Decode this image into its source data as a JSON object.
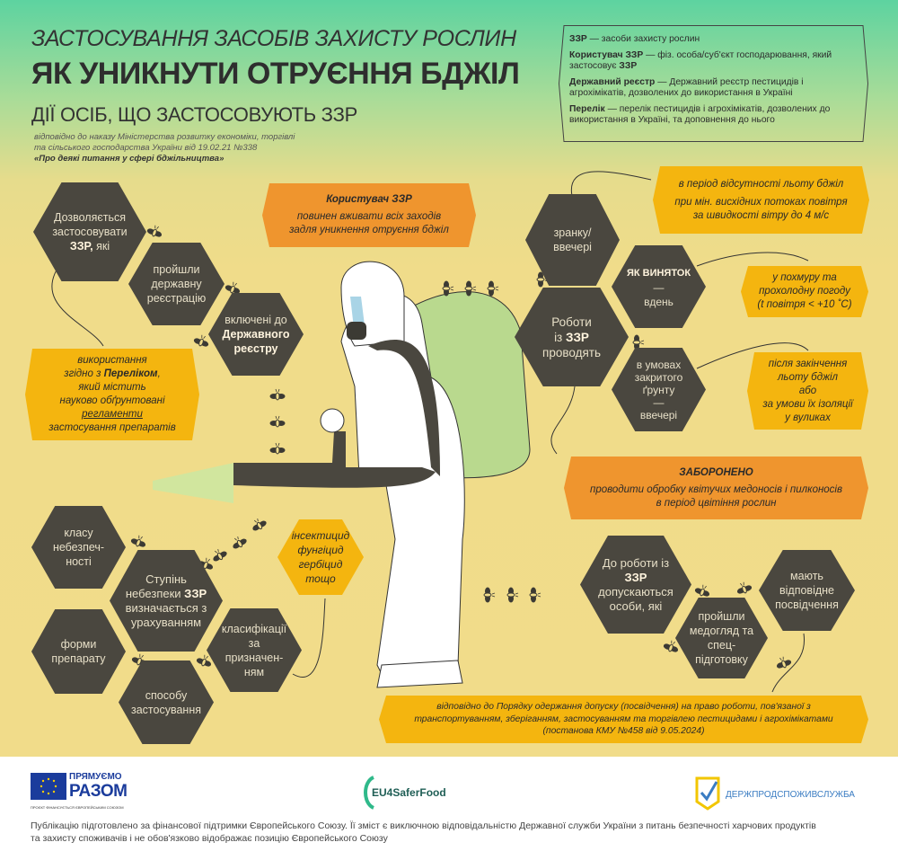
{
  "header": {
    "subtitle_top": "ЗАСТОСУВАННЯ ЗАСОБІВ ЗАХИСТУ РОСЛИН",
    "title": "ЯК УНИКНУТИ ОТРУЄННЯ БДЖІЛ",
    "subtitle": "ДІЇ ОСІБ, ЩО ЗАСТОСОВУЮТЬ ЗЗР",
    "source_line1": "відповідно до наказу Міністерства розвитку економіки, торгівлі",
    "source_line2": "та сільського господарства України від 19.02.21 №338",
    "source_line3": "«Про деякі питання у сфері бджільництва»"
  },
  "definitions": [
    {
      "term": "ЗЗР",
      "text": " — засоби захисту рослин",
      "tail": ""
    },
    {
      "term": "Користувач ЗЗР",
      "text": " — фіз. особа/суб'єкт господарювання, який застосовує ",
      "tail": "ЗЗР"
    },
    {
      "term": "Державний реєстр",
      "text": " — Державний реєстр пестицидів і агрохімікатів, дозволених до використання в Україні",
      "tail": ""
    },
    {
      "term": "Перелік",
      "text": " — перелік пестицидів і агрохімікатів, дозволених до використання в Україні, та доповнення до нього",
      "tail": ""
    }
  ],
  "user_box": {
    "heading": "Користувач ЗЗР",
    "line1": "повинен вживати всіх заходів",
    "line2": "задля уникнення отруєння бджіл"
  },
  "allowed": {
    "hex1": {
      "pre": "Дозволяється застосовувати ",
      "bold": "ЗЗР,",
      "post": " які"
    },
    "hex2": "пройшли державну реєстрацію",
    "hex3": {
      "pre": "включені до ",
      "bold": "Державного реєстру"
    },
    "box": {
      "l1": "використання",
      "l2a": "згідно з ",
      "l2b": "Переліком",
      "l2c": ",",
      "l3": "який містить",
      "l4": "науково обґрунтовані",
      "l5": "регламенти",
      "l6": "застосування препаратів"
    }
  },
  "works": {
    "hex_main": {
      "pre": "Роботи",
      "mid": "із ",
      "bold": "ЗЗР",
      "post": "проводять"
    },
    "hex_morning": "зранку/ ввечері",
    "hex_exception": {
      "bold": "ЯК ВИНЯТОК",
      "dash": "—",
      "post": "вдень"
    },
    "hex_closed": {
      "l1": "в умовах закритого ґрунту",
      "dash": "—",
      "l2": "ввечері"
    },
    "box_morning": {
      "l1": "в період відсутності льоту бджіл",
      "l2": "при мін. висхідних потоках повітря",
      "l3": "за швидкості вітру до 4 м/с"
    },
    "box_exception": {
      "l1": "у похмуру та",
      "l2": "прохолодну погоду",
      "l3": "(t повітря < +10 ˚С)"
    },
    "box_closed": {
      "l1": "після закінчення",
      "l2": "льоту бджіл",
      "l3": "або",
      "l4": "за умови їх ізоляції",
      "l5": "у вуликах"
    }
  },
  "forbidden": {
    "heading": "ЗАБОРОНЕНО",
    "line1": "проводити обробку квітучих медоносів і пилконосів",
    "line2": "в період цвітіння рослин"
  },
  "hazard": {
    "hex_main": {
      "pre": "Ступінь небезпеки ",
      "bold": "ЗЗР",
      "post": " визначається з урахуванням"
    },
    "hex_class": "класу небезпеч-ності",
    "hex_form": "форми препарату",
    "hex_method": "способу застосування",
    "hex_purpose": "класифікації за призначен-ням",
    "box": {
      "l1": "інсектицид",
      "l2": "фунгіцид",
      "l3": "гербіцид",
      "l4": "тощо"
    }
  },
  "admission": {
    "hex_main": {
      "pre": "До роботи із ",
      "bold": "ЗЗР",
      "post": " допускаються особи, які"
    },
    "hex_med": "пройшли медогляд та спец-підготовку",
    "hex_cert": "мають відповідне посвідчення",
    "box": {
      "l1": "відповідно до Порядку одержання допуску (посвідчення) на право роботи, пов'язаної з",
      "l2": "транспортуванням, зберіганням, застосуванням та торгівлею пестицидами і агрохімікатами",
      "l3": "(постанова КМУ №458 від 9.05.2024)"
    }
  },
  "footer": {
    "logo1_top": "ПРЯМУЄМО",
    "logo1_main": "РАЗОМ",
    "logo1_note": "ПРОЄКТ ФІНАНСУЄТЬСЯ ЄВРОПЕЙСЬКИМ СОЮЗОМ",
    "logo2": "EU4SaferFood",
    "logo3": "ДЕРЖПРОДСПОЖИВСЛУЖБА",
    "disclaimer1": "Публікацію підготовлено за фінансової підтримки Європейського Союзу. Її зміст є виключною відповідальністю Державної служби України з питань безпечності харчових продуктів",
    "disclaimer2": "та захисту споживачів і не обов'язково відображає позицію Європейського Союзу"
  },
  "colors": {
    "hex": "#4a473f",
    "yellow": "#f4b50f",
    "orange": "#ef952e",
    "suit_pack": "#b9d98e",
    "eu_blue": "#1b3c9c",
    "green_top": "#5dd3a0",
    "sand": "#f0dc8a"
  }
}
